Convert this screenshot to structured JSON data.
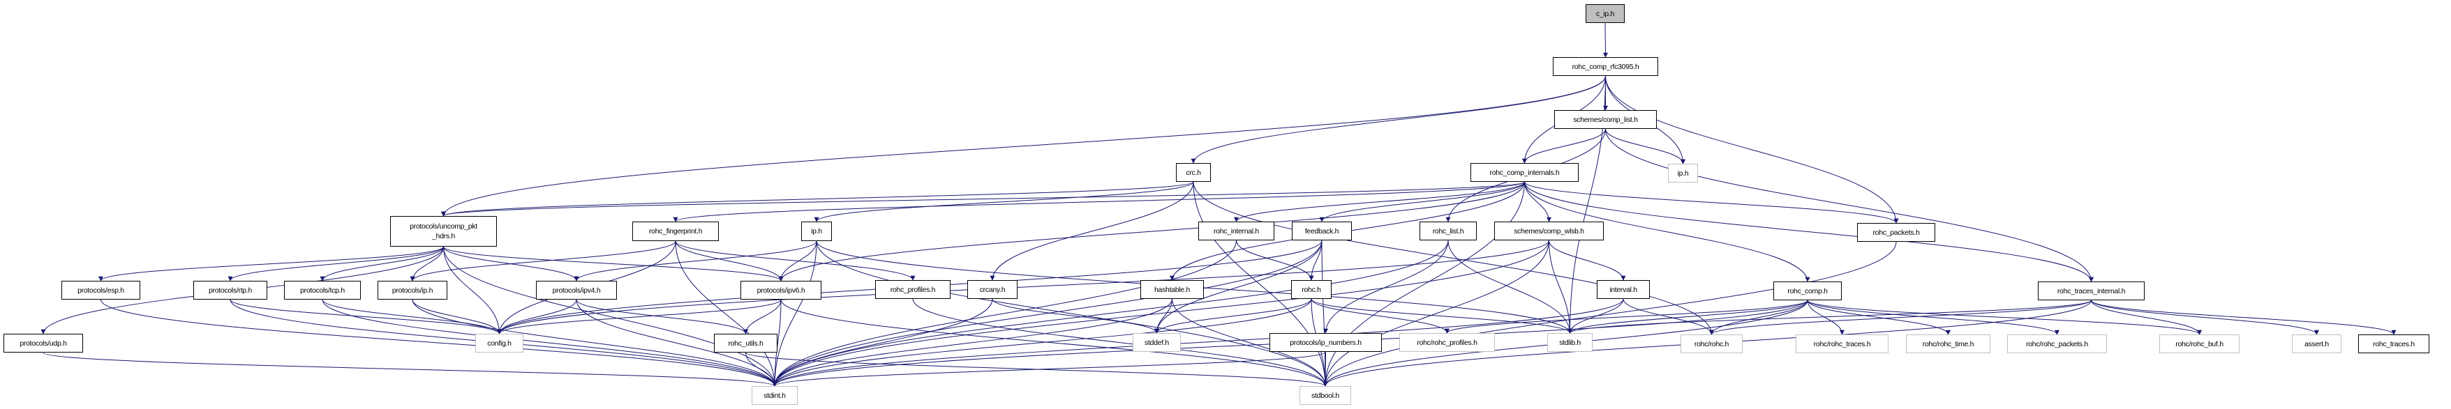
{
  "graph": {
    "edge_color": "#191970",
    "documented_border": "#000000",
    "undocumented_border": "#bfbfbf",
    "root_fill": "#bfbfbf",
    "nodes": [
      {
        "id": "c_ip",
        "label": "c_ip.h",
        "kind": "root"
      },
      {
        "id": "rfc3095",
        "label": "rohc_comp_rfc3095.h",
        "kind": "doc"
      },
      {
        "id": "comp_list",
        "label": "schemes/comp_list.h",
        "kind": "doc"
      },
      {
        "id": "crc",
        "label": "crc.h",
        "kind": "doc"
      },
      {
        "id": "comp_internals",
        "label": "rohc_comp_internals.h",
        "kind": "doc"
      },
      {
        "id": "ip_r",
        "label": "ip.h",
        "kind": "undoc"
      },
      {
        "id": "uncomp",
        "label": "protocols/uncomp_pkt\n_hdrs.h",
        "kind": "doc"
      },
      {
        "id": "fingerprint",
        "label": "rohc_fingerprint.h",
        "kind": "doc"
      },
      {
        "id": "ip_l",
        "label": "ip.h",
        "kind": "doc"
      },
      {
        "id": "rohc_internal",
        "label": "rohc_internal.h",
        "kind": "doc"
      },
      {
        "id": "feedback",
        "label": "feedback.h",
        "kind": "doc"
      },
      {
        "id": "rohc_list",
        "label": "rohc_list.h",
        "kind": "doc"
      },
      {
        "id": "comp_wlsb",
        "label": "schemes/comp_wlsb.h",
        "kind": "doc"
      },
      {
        "id": "rohc_packets",
        "label": "rohc_packets.h",
        "kind": "doc"
      },
      {
        "id": "esp",
        "label": "protocols/esp.h",
        "kind": "doc"
      },
      {
        "id": "rtp",
        "label": "protocols/rtp.h",
        "kind": "doc"
      },
      {
        "id": "tcp",
        "label": "protocols/tcp.h",
        "kind": "doc"
      },
      {
        "id": "pip",
        "label": "protocols/ip.h",
        "kind": "doc"
      },
      {
        "id": "ipv4",
        "label": "protocols/ipv4.h",
        "kind": "doc"
      },
      {
        "id": "ipv6",
        "label": "protocols/ipv6.h",
        "kind": "doc"
      },
      {
        "id": "rohc_profiles",
        "label": "rohc_profiles.h",
        "kind": "doc"
      },
      {
        "id": "crcany",
        "label": "crcany.h",
        "kind": "doc"
      },
      {
        "id": "hashtable",
        "label": "hashtable.h",
        "kind": "doc"
      },
      {
        "id": "rohc",
        "label": "rohc.h",
        "kind": "doc"
      },
      {
        "id": "interval",
        "label": "interval.h",
        "kind": "doc"
      },
      {
        "id": "rohc_comp",
        "label": "rohc_comp.h",
        "kind": "doc"
      },
      {
        "id": "traces_internal",
        "label": "rohc_traces_internal.h",
        "kind": "doc"
      },
      {
        "id": "udp",
        "label": "protocols/udp.h",
        "kind": "doc"
      },
      {
        "id": "config",
        "label": "config.h",
        "kind": "undoc"
      },
      {
        "id": "rohc_utils",
        "label": "rohc_utils.h",
        "kind": "doc"
      },
      {
        "id": "stddef",
        "label": "stddef.h",
        "kind": "undoc"
      },
      {
        "id": "ip_numbers",
        "label": "protocols/ip_numbers.h",
        "kind": "doc"
      },
      {
        "id": "rr_profiles",
        "label": "rohc/rohc_profiles.h",
        "kind": "undoc"
      },
      {
        "id": "stdlib",
        "label": "stdlib.h",
        "kind": "undoc"
      },
      {
        "id": "rr_rohc",
        "label": "rohc/rohc.h",
        "kind": "undoc"
      },
      {
        "id": "rr_traces",
        "label": "rohc/rohc_traces.h",
        "kind": "undoc"
      },
      {
        "id": "rr_time",
        "label": "rohc/rohc_time.h",
        "kind": "undoc"
      },
      {
        "id": "rr_packets",
        "label": "rohc/rohc_packets.h",
        "kind": "undoc"
      },
      {
        "id": "rr_buf",
        "label": "rohc/rohc_buf.h",
        "kind": "undoc"
      },
      {
        "id": "assert",
        "label": "assert.h",
        "kind": "undoc"
      },
      {
        "id": "rohc_traces",
        "label": "rohc_traces.h",
        "kind": "doc"
      },
      {
        "id": "stdint",
        "label": "stdint.h",
        "kind": "undoc"
      },
      {
        "id": "stdbool",
        "label": "stdbool.h",
        "kind": "undoc"
      }
    ],
    "edges": [
      [
        "c_ip",
        "rfc3095"
      ],
      [
        "rfc3095",
        "uncomp"
      ],
      [
        "rfc3095",
        "crc"
      ],
      [
        "rfc3095",
        "comp_internals"
      ],
      [
        "rfc3095",
        "comp_list"
      ],
      [
        "rfc3095",
        "ip_r"
      ],
      [
        "rfc3095",
        "stdlib"
      ],
      [
        "rfc3095",
        "rohc_packets"
      ],
      [
        "comp_list",
        "comp_internals"
      ],
      [
        "comp_list",
        "ip_r"
      ],
      [
        "comp_list",
        "rohc_list"
      ],
      [
        "comp_list",
        "traces_internal"
      ],
      [
        "crc",
        "uncomp"
      ],
      [
        "crc",
        "ip_l"
      ],
      [
        "crc",
        "crcany"
      ],
      [
        "crc",
        "stdbool"
      ],
      [
        "crc",
        "rr_rohc"
      ],
      [
        "comp_internals",
        "uncomp"
      ],
      [
        "comp_internals",
        "fingerprint"
      ],
      [
        "comp_internals",
        "rohc_internal"
      ],
      [
        "comp_internals",
        "feedback"
      ],
      [
        "comp_internals",
        "comp_wlsb"
      ],
      [
        "comp_internals",
        "hashtable"
      ],
      [
        "comp_internals",
        "rohc_packets"
      ],
      [
        "comp_internals",
        "rohc_comp"
      ],
      [
        "comp_internals",
        "traces_internal"
      ],
      [
        "comp_internals",
        "ipv6"
      ],
      [
        "comp_internals",
        "stdbool"
      ],
      [
        "uncomp",
        "esp"
      ],
      [
        "uncomp",
        "rtp"
      ],
      [
        "uncomp",
        "tcp"
      ],
      [
        "uncomp",
        "pip"
      ],
      [
        "uncomp",
        "ipv4"
      ],
      [
        "uncomp",
        "ipv6"
      ],
      [
        "uncomp",
        "udp"
      ],
      [
        "uncomp",
        "config"
      ],
      [
        "uncomp",
        "stdint"
      ],
      [
        "fingerprint",
        "config"
      ],
      [
        "fingerprint",
        "pip"
      ],
      [
        "fingerprint",
        "ipv6"
      ],
      [
        "fingerprint",
        "rohc_profiles"
      ],
      [
        "fingerprint",
        "stdint"
      ],
      [
        "ip_l",
        "ipv4"
      ],
      [
        "ip_l",
        "ipv6"
      ],
      [
        "ip_l",
        "stdint"
      ],
      [
        "ip_l",
        "stdbool"
      ],
      [
        "ip_l",
        "stdlib"
      ],
      [
        "esp",
        "stdint"
      ],
      [
        "rtp",
        "config"
      ],
      [
        "rtp",
        "stdint"
      ],
      [
        "tcp",
        "config"
      ],
      [
        "tcp",
        "stdint"
      ],
      [
        "pip",
        "config"
      ],
      [
        "pip",
        "stdint"
      ],
      [
        "udp",
        "stdint"
      ],
      [
        "ipv4",
        "config"
      ],
      [
        "ipv4",
        "rohc_utils"
      ],
      [
        "ipv4",
        "stdint"
      ],
      [
        "ipv6",
        "config"
      ],
      [
        "ipv6",
        "rohc_utils"
      ],
      [
        "ipv6",
        "stdint"
      ],
      [
        "ipv6",
        "stdbool"
      ],
      [
        "rohc_utils",
        "stdint"
      ],
      [
        "rohc_utils",
        "stdbool"
      ],
      [
        "rohc_internal",
        "rohc"
      ],
      [
        "rohc_internal",
        "stdint"
      ],
      [
        "feedback",
        "rohc"
      ],
      [
        "feedback",
        "stddef"
      ],
      [
        "feedback",
        "stdint"
      ],
      [
        "feedback",
        "stdbool"
      ],
      [
        "feedback",
        "config"
      ],
      [
        "rohc_list",
        "ip_numbers"
      ],
      [
        "rohc_list",
        "stdlib"
      ],
      [
        "rohc_list",
        "stdint"
      ],
      [
        "comp_wlsb",
        "interval"
      ],
      [
        "comp_wlsb",
        "stdlib"
      ],
      [
        "comp_wlsb",
        "stdbool"
      ],
      [
        "comp_wlsb",
        "stdint"
      ],
      [
        "comp_wlsb",
        "config"
      ],
      [
        "rohc_profiles",
        "stdbool"
      ],
      [
        "crcany",
        "stddef"
      ],
      [
        "crcany",
        "stdint"
      ],
      [
        "hashtable",
        "stddef"
      ],
      [
        "hashtable",
        "stdint"
      ],
      [
        "hashtable",
        "stdbool"
      ],
      [
        "rohc",
        "stddef"
      ],
      [
        "rohc",
        "rr_profiles"
      ],
      [
        "rohc",
        "stdlib"
      ],
      [
        "rohc",
        "stdint"
      ],
      [
        "rohc",
        "stdbool"
      ],
      [
        "interval",
        "rr_rohc"
      ],
      [
        "interval",
        "stdlib"
      ],
      [
        "interval",
        "stdint"
      ],
      [
        "ip_numbers",
        "stdbool"
      ],
      [
        "ip_numbers",
        "stdint"
      ],
      [
        "rohc_comp",
        "rr_rohc"
      ],
      [
        "rohc_comp",
        "rr_traces"
      ],
      [
        "rohc_comp",
        "rr_time"
      ],
      [
        "rohc_comp",
        "rr_packets"
      ],
      [
        "rohc_comp",
        "rr_buf"
      ],
      [
        "rohc_comp",
        "stdbool"
      ],
      [
        "rohc_comp",
        "stdint"
      ],
      [
        "rohc_comp",
        "stdlib"
      ],
      [
        "rohc_comp",
        "rr_profiles"
      ],
      [
        "traces_internal",
        "rr_rohc"
      ],
      [
        "traces_internal",
        "rr_buf"
      ],
      [
        "traces_internal",
        "assert"
      ],
      [
        "traces_internal",
        "rohc_traces"
      ],
      [
        "traces_internal",
        "stdlib"
      ],
      [
        "traces_internal",
        "stdbool"
      ],
      [
        "rohc_packets",
        "stdbool"
      ]
    ]
  }
}
